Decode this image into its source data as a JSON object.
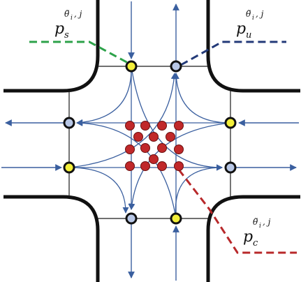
{
  "labels": {
    "s": {
      "base": "p",
      "sup": "θ̃",
      "supIdx": "i",
      "supTail": ", j",
      "sub": "s"
    },
    "u": {
      "base": "p",
      "sup": "θ̃",
      "supIdx": "i",
      "supTail": ", j",
      "sub": "u"
    },
    "c": {
      "base": "p",
      "sup": "θ̃",
      "supIdx": "i",
      "supTail": ", j",
      "sub": "c"
    }
  },
  "colors": {
    "road": "#111111",
    "lane": "#3a5f9f",
    "inner_box": "#1a1a1a",
    "node_yellow": "#f3ef3a",
    "node_blue": "#b8c7e6",
    "node_red": "#c0282a",
    "leader_s": "#2da24a",
    "leader_u": "#233a78",
    "leader_c": "#b8282a"
  },
  "nodes": {
    "yellow": [
      "entry-north",
      "entry-east",
      "entry-west",
      "entry-south"
    ],
    "blue": [
      "exit-north",
      "exit-east",
      "exit-west",
      "exit-south"
    ],
    "conflict_points": 16
  }
}
